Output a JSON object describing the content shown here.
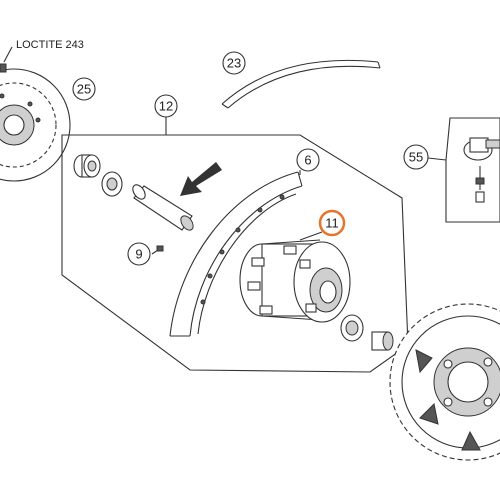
{
  "note": {
    "loctite": "LOCTITE 243"
  },
  "callouts": {
    "c25": "25",
    "c23": "23",
    "c12": "12",
    "c6": "6",
    "c9": "9",
    "c11": "11",
    "c55": "55"
  },
  "colors": {
    "highlight": "#e8732a",
    "line": "#333333",
    "shade": "#cfcfcf"
  }
}
